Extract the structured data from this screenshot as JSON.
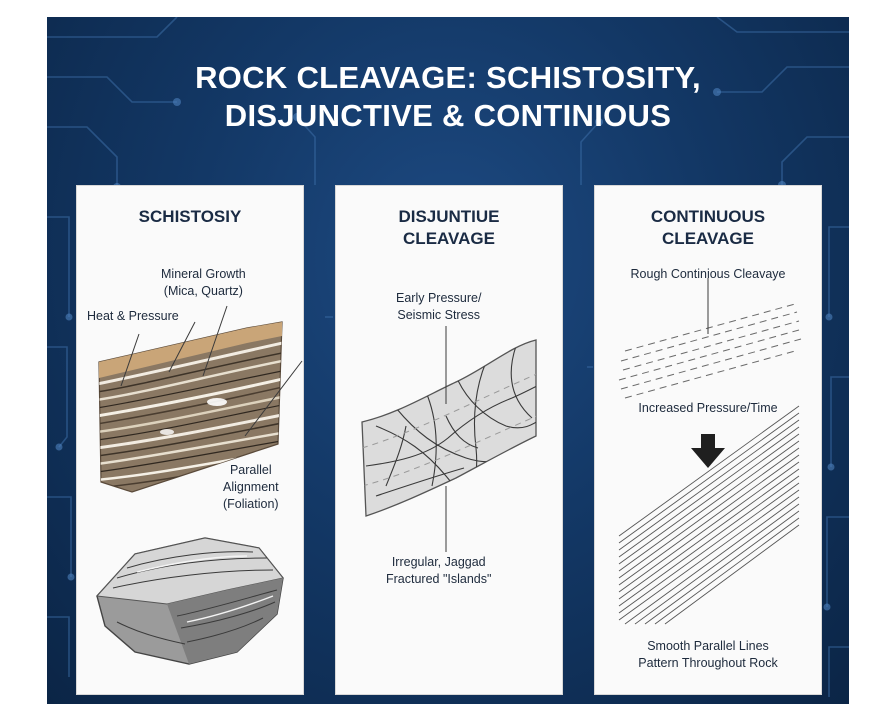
{
  "title": {
    "line1": "ROCK CLEAVAGE: SCHISTOSITY,",
    "line2": "DISJUNCTIVE & CONTINIOUS"
  },
  "panels": [
    {
      "title_line1": "SCHISTOSIY",
      "labels": {
        "mineral_growth_1": "Mineral Growth",
        "mineral_growth_2": "(Mica, Quartz)",
        "heat_pressure": "Heat & Pressure",
        "parallel_1": "Parallel",
        "parallel_2": "Alignment",
        "parallel_3": "(Foliation)"
      }
    },
    {
      "title_line1": "DISJUNTIUE",
      "title_line2": "CLEAVAGE",
      "labels": {
        "early_1": "Early Pressure/",
        "early_2": "Seismic Stress",
        "irregular_1": "Irregular, Jaggad",
        "irregular_2": "Fractured \"Islands\""
      }
    },
    {
      "title_line1": "CONTINUOUS",
      "title_line2": "CLEAVAGE",
      "labels": {
        "rough": "Rough Continious Cleavaye",
        "increased": "Increased Pressure/Time",
        "smooth_1": "Smooth Parallel Lines",
        "smooth_2": "Pattern Throughout Rock"
      }
    }
  ],
  "colors": {
    "background": "#133866",
    "panel": "#fafafa",
    "title_text": "#ffffff",
    "panel_title": "#1a2b44"
  }
}
